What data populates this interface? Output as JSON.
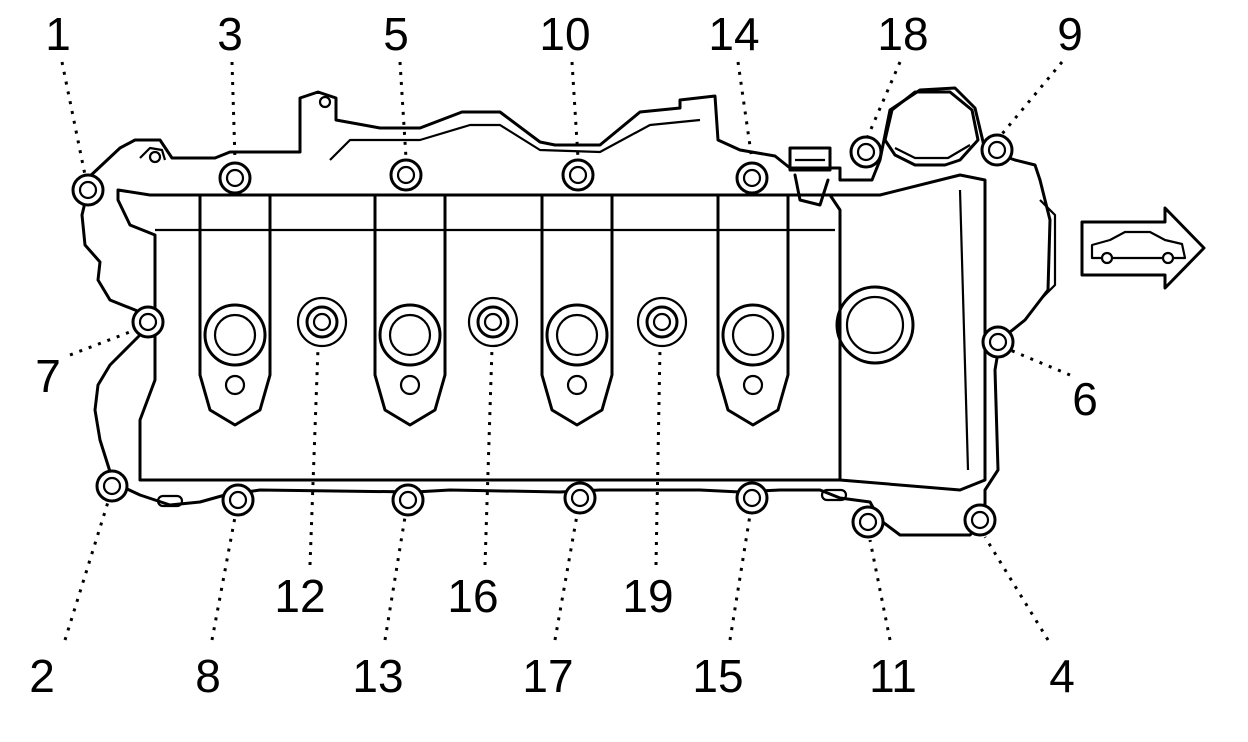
{
  "diagram": {
    "callouts": [
      "1",
      "3",
      "5",
      "10",
      "14",
      "18",
      "9",
      "7",
      "6",
      "2",
      "8",
      "12",
      "13",
      "16",
      "17",
      "19",
      "15",
      "11",
      "4"
    ],
    "icons": {
      "direction_arrow": "front-of-vehicle-arrow-icon"
    }
  }
}
